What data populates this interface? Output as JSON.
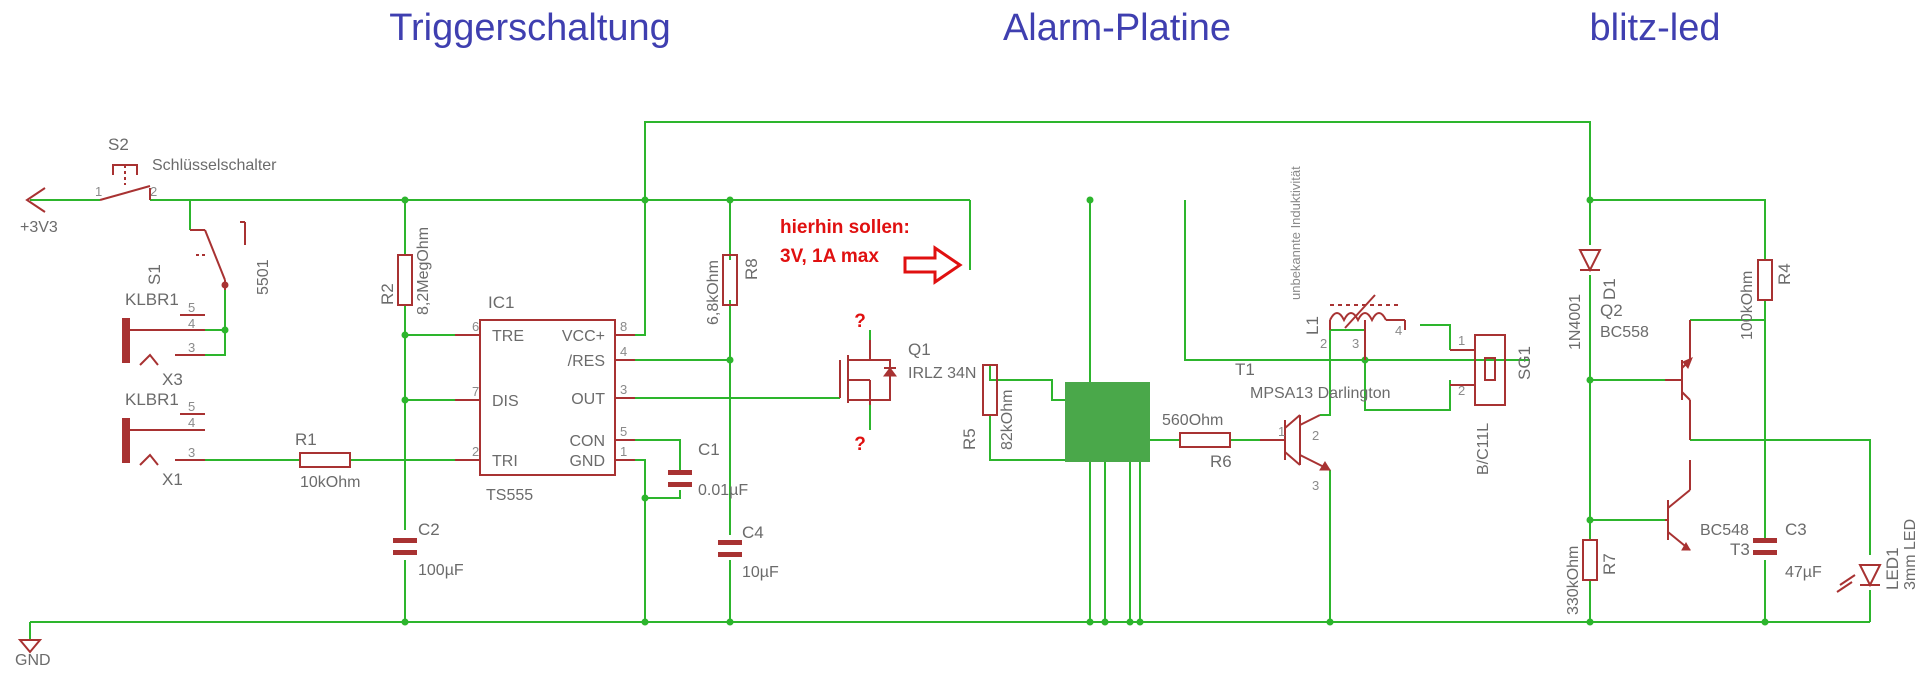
{
  "titles": {
    "trigger": "Triggerschaltung",
    "alarm": "Alarm-Platine",
    "blitz": "blitz-led"
  },
  "note": {
    "line1": "hierhin sollen:",
    "line2": "3V, 1A max",
    "question": "?"
  },
  "supply": {
    "vcc": "+3V3",
    "gnd": "GND"
  },
  "s2": {
    "ref": "S2",
    "name": "Schlüsselschalter",
    "pin1": "1",
    "pin2": "2"
  },
  "s1": {
    "ref": "S1",
    "value": "5501"
  },
  "x3": {
    "conn": "KLBR1",
    "ref": "X3",
    "pins": [
      "5",
      "4",
      "3"
    ]
  },
  "x1": {
    "conn": "KLBR1",
    "ref": "X1",
    "pins": [
      "5",
      "4",
      "3"
    ]
  },
  "r1": {
    "ref": "R1",
    "value": "10kOhm"
  },
  "r2": {
    "ref": "R2",
    "value": "8,2MegOhm"
  },
  "r8": {
    "ref": "R8",
    "value": "6,8kOhm"
  },
  "c2": {
    "ref": "C2",
    "value": "100µF"
  },
  "c1": {
    "ref": "C1",
    "value": "0.01µF"
  },
  "c4": {
    "ref": "C4",
    "value": "10µF"
  },
  "ic1": {
    "ref": "IC1",
    "value": "TS555",
    "pins_left": [
      {
        "num": "6",
        "name": "TRE"
      },
      {
        "num": "7",
        "name": "DIS"
      },
      {
        "num": "2",
        "name": "TRI"
      }
    ],
    "pins_right": [
      {
        "num": "8",
        "name": "VCC+"
      },
      {
        "num": "4",
        "name": "/RES"
      },
      {
        "num": "3",
        "name": "OUT"
      },
      {
        "num": "5",
        "name": "CON"
      },
      {
        "num": "1",
        "name": "GND"
      }
    ]
  },
  "q1": {
    "ref": "Q1",
    "value": "IRLZ 34N"
  },
  "r5": {
    "ref": "R5",
    "value": "82kOhm"
  },
  "r6": {
    "ref": "R6",
    "value": "560Ohm"
  },
  "t1": {
    "ref": "T1",
    "value": "MPSA13 Darlington",
    "pins": [
      "1",
      "2",
      "3"
    ]
  },
  "l1": {
    "ref": "L1",
    "value": "unbekannte Induktivität",
    "pins": [
      "2",
      "3",
      "4"
    ]
  },
  "sg1": {
    "ref": "SG1",
    "value": "B/C11L",
    "pins": [
      "1",
      "2"
    ]
  },
  "d1": {
    "ref": "D1",
    "value": "1N4001"
  },
  "r4": {
    "ref": "R4",
    "value": "100kOhm"
  },
  "q2": {
    "ref": "Q2",
    "value": "BC558"
  },
  "r7": {
    "ref": "R7",
    "value": "330kOhm"
  },
  "t3": {
    "ref": "T3",
    "value": "BC548"
  },
  "c3": {
    "ref": "C3",
    "value": "47µF"
  },
  "led1": {
    "ref": "LED1",
    "value": "3mm LED"
  },
  "colors": {
    "wire": "#2db52d",
    "part": "#a83232",
    "title": "#3f3fb0",
    "note": "#e01010",
    "module": "#4aa84a"
  }
}
